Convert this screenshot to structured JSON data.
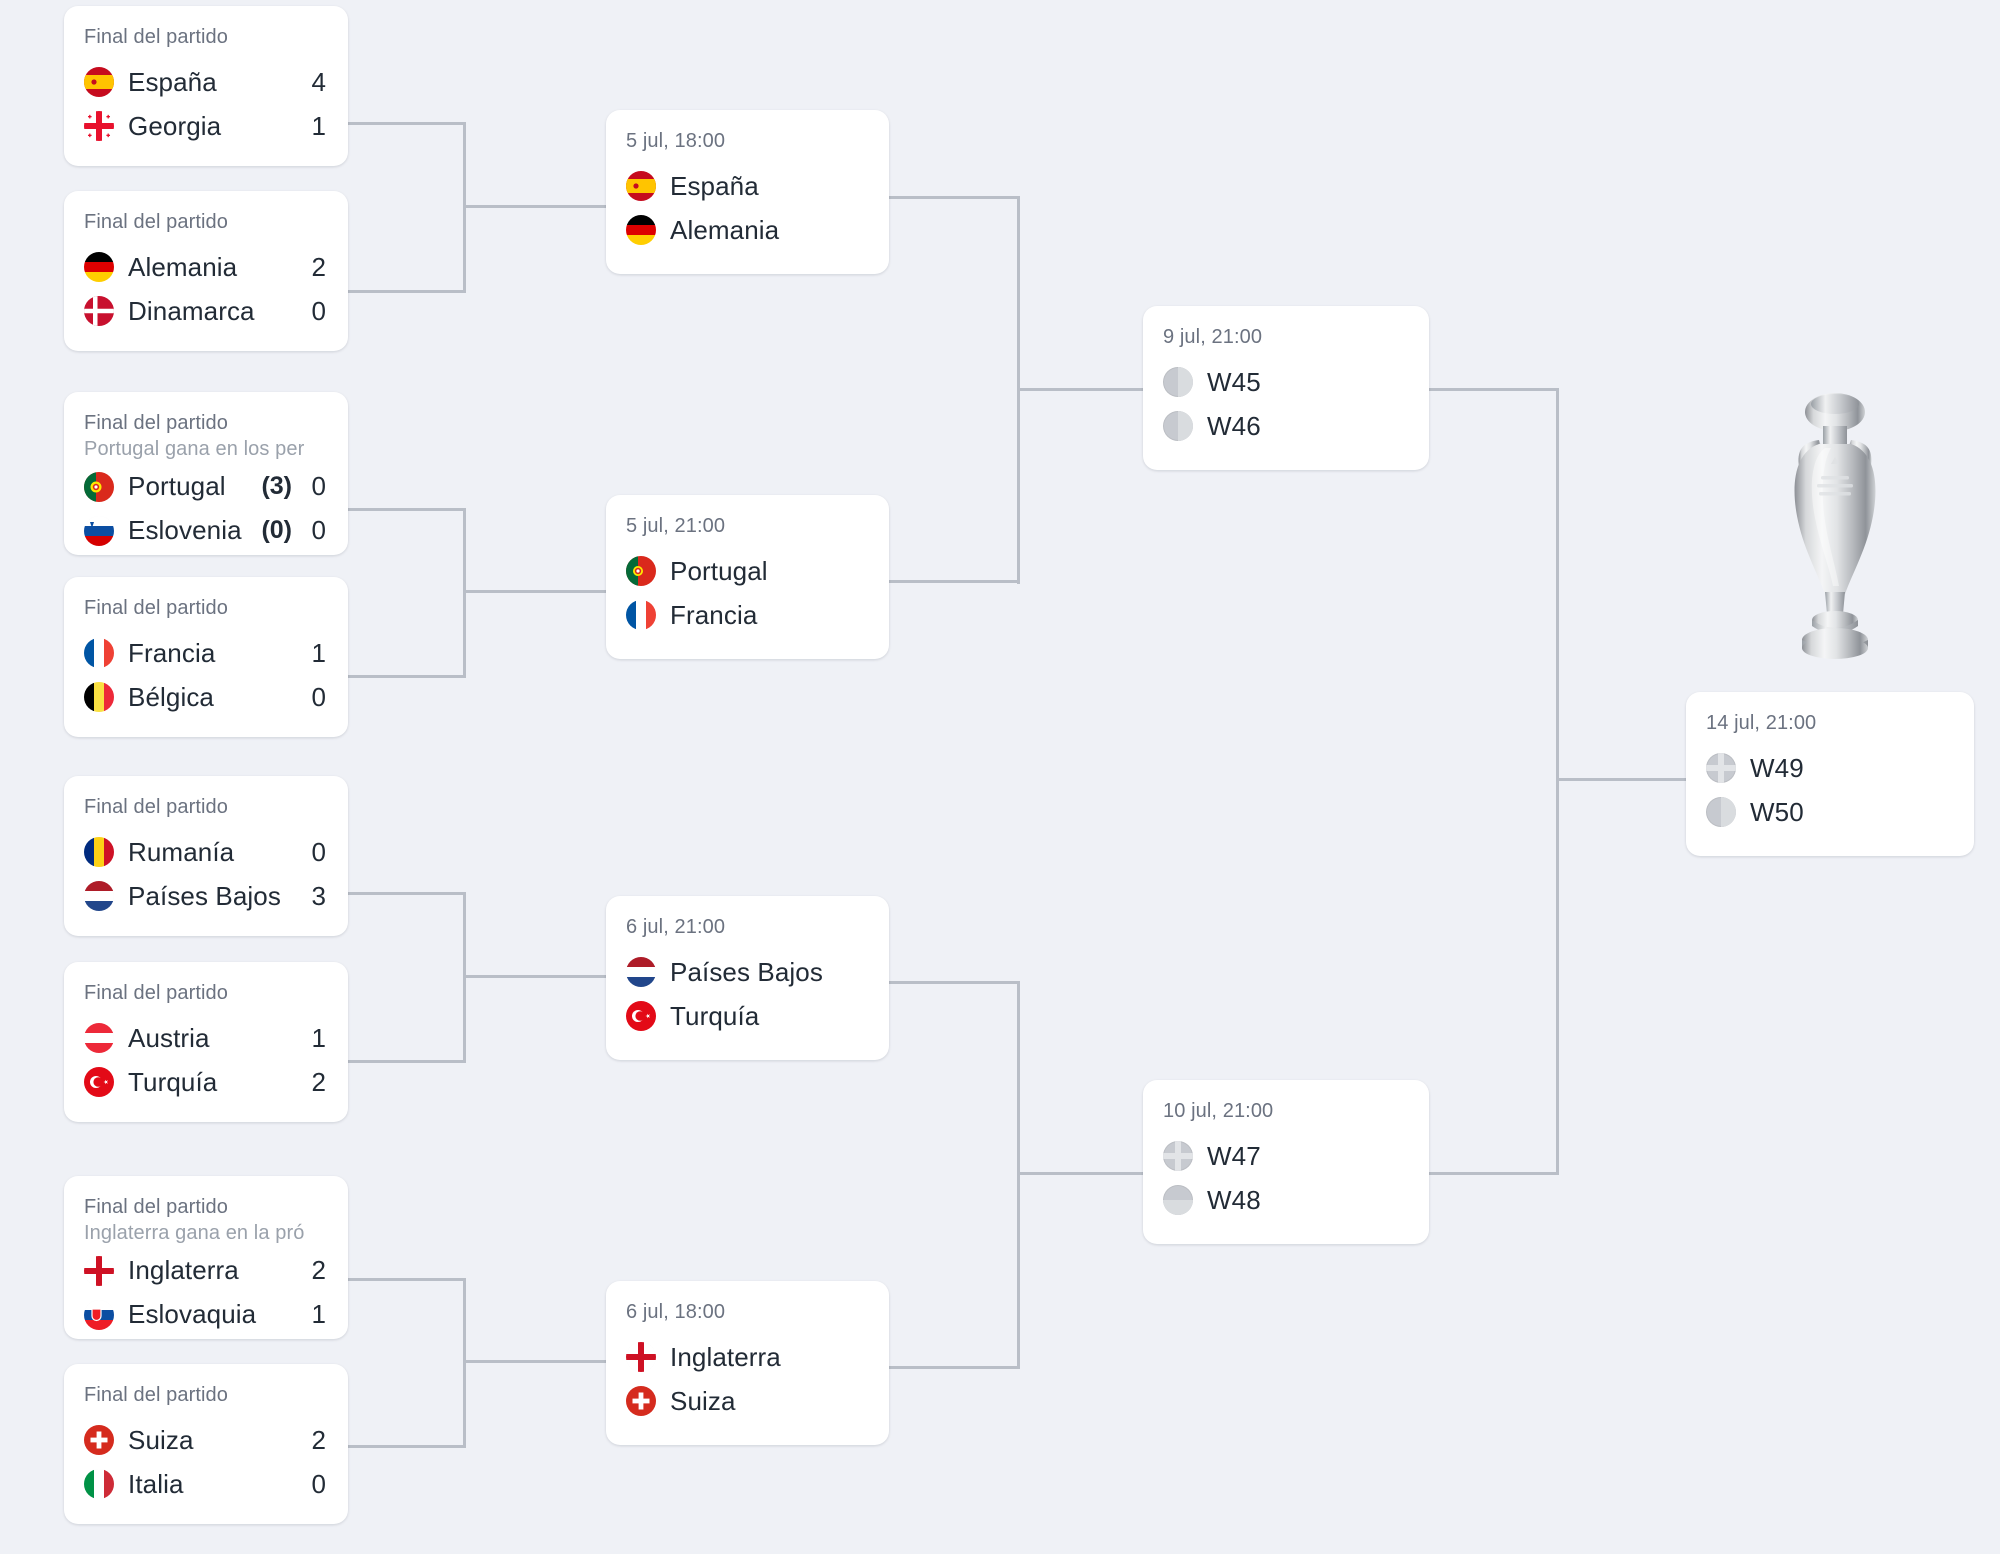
{
  "theme": {
    "background": "#eff1f6",
    "card_background": "#ffffff",
    "line_color": "#b9bec7",
    "text_color": "#222b36",
    "muted_text_color": "#6b7280"
  },
  "tournament": {
    "trophy_label": "uefa-euro-trophy"
  },
  "labels": {
    "full_time": "Final del partido"
  },
  "rounds": [
    {
      "name": "round-of-16",
      "matches": [
        {
          "id": "r16-1",
          "status": "Final del partido",
          "note": "",
          "teams": [
            {
              "name": "España",
              "flag": "spain",
              "score": "4",
              "pens": ""
            },
            {
              "name": "Georgia",
              "flag": "georgia",
              "score": "1",
              "pens": ""
            }
          ]
        },
        {
          "id": "r16-2",
          "status": "Final del partido",
          "note": "",
          "teams": [
            {
              "name": "Alemania",
              "flag": "germany",
              "score": "2",
              "pens": ""
            },
            {
              "name": "Dinamarca",
              "flag": "denmark",
              "score": "0",
              "pens": ""
            }
          ]
        },
        {
          "id": "r16-3",
          "status": "Final del partido",
          "note": "Portugal gana en los per",
          "teams": [
            {
              "name": "Portugal",
              "flag": "portugal",
              "score": "0",
              "pens": "(3)"
            },
            {
              "name": "Eslovenia",
              "flag": "slovenia",
              "score": "0",
              "pens": "(0)"
            }
          ]
        },
        {
          "id": "r16-4",
          "status": "Final del partido",
          "note": "",
          "teams": [
            {
              "name": "Francia",
              "flag": "france",
              "score": "1",
              "pens": ""
            },
            {
              "name": "Bélgica",
              "flag": "belgium",
              "score": "0",
              "pens": ""
            }
          ]
        },
        {
          "id": "r16-5",
          "status": "Final del partido",
          "note": "",
          "teams": [
            {
              "name": "Rumanía",
              "flag": "romania",
              "score": "0",
              "pens": ""
            },
            {
              "name": "Países Bajos",
              "flag": "netherlands",
              "score": "3",
              "pens": ""
            }
          ]
        },
        {
          "id": "r16-6",
          "status": "Final del partido",
          "note": "",
          "teams": [
            {
              "name": "Austria",
              "flag": "austria",
              "score": "1",
              "pens": ""
            },
            {
              "name": "Turquía",
              "flag": "turkey",
              "score": "2",
              "pens": ""
            }
          ]
        },
        {
          "id": "r16-7",
          "status": "Final del partido",
          "note": "Inglaterra gana en la pró",
          "teams": [
            {
              "name": "Inglaterra",
              "flag": "england",
              "score": "2",
              "pens": ""
            },
            {
              "name": "Eslovaquia",
              "flag": "slovakia",
              "score": "1",
              "pens": ""
            }
          ]
        },
        {
          "id": "r16-8",
          "status": "Final del partido",
          "note": "",
          "teams": [
            {
              "name": "Suiza",
              "flag": "switzerland",
              "score": "2",
              "pens": ""
            },
            {
              "name": "Italia",
              "flag": "italy",
              "score": "0",
              "pens": ""
            }
          ]
        }
      ]
    },
    {
      "name": "quarter-finals",
      "matches": [
        {
          "id": "qf-45",
          "status": "5 jul, 18:00",
          "note": "",
          "teams": [
            {
              "name": "España",
              "flag": "spain",
              "score": "",
              "pens": ""
            },
            {
              "name": "Alemania",
              "flag": "germany",
              "score": "",
              "pens": ""
            }
          ]
        },
        {
          "id": "qf-46",
          "status": "5 jul, 21:00",
          "note": "",
          "teams": [
            {
              "name": "Portugal",
              "flag": "portugal",
              "score": "",
              "pens": ""
            },
            {
              "name": "Francia",
              "flag": "france",
              "score": "",
              "pens": ""
            }
          ]
        },
        {
          "id": "qf-47",
          "status": "6 jul, 21:00",
          "note": "",
          "teams": [
            {
              "name": "Países Bajos",
              "flag": "netherlands",
              "score": "",
              "pens": ""
            },
            {
              "name": "Turquía",
              "flag": "turkey",
              "score": "",
              "pens": ""
            }
          ]
        },
        {
          "id": "qf-48",
          "status": "6 jul, 18:00",
          "note": "",
          "teams": [
            {
              "name": "Inglaterra",
              "flag": "england",
              "score": "",
              "pens": ""
            },
            {
              "name": "Suiza",
              "flag": "switzerland",
              "score": "",
              "pens": ""
            }
          ]
        }
      ]
    },
    {
      "name": "semi-finals",
      "matches": [
        {
          "id": "sf-49",
          "status": "9 jul, 21:00",
          "note": "",
          "teams": [
            {
              "name": "W45",
              "flag": "placeholder-vsplit",
              "score": "",
              "pens": ""
            },
            {
              "name": "W46",
              "flag": "placeholder-vsplit",
              "score": "",
              "pens": ""
            }
          ]
        },
        {
          "id": "sf-50",
          "status": "10 jul, 21:00",
          "note": "",
          "teams": [
            {
              "name": "W47",
              "flag": "placeholder-cross",
              "score": "",
              "pens": ""
            },
            {
              "name": "W48",
              "flag": "placeholder-hsplit",
              "score": "",
              "pens": ""
            }
          ]
        }
      ]
    },
    {
      "name": "final",
      "matches": [
        {
          "id": "final-51",
          "status": "14 jul, 21:00",
          "note": "",
          "teams": [
            {
              "name": "W49",
              "flag": "placeholder-cross",
              "score": "",
              "pens": ""
            },
            {
              "name": "W50",
              "flag": "placeholder-vsplit",
              "score": "",
              "pens": ""
            }
          ]
        }
      ]
    }
  ]
}
